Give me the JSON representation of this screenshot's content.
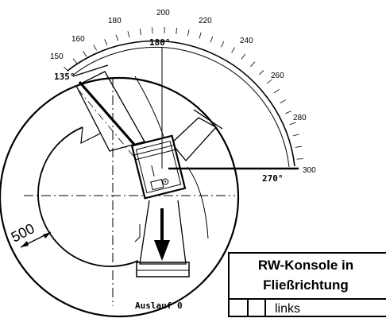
{
  "scale": {
    "ticks": [
      "150",
      "160",
      "180",
      "200",
      "220",
      "240",
      "260",
      "280",
      "300"
    ]
  },
  "angles": {
    "a135": "135°",
    "a180": "180°",
    "a270": "270°"
  },
  "dimension": {
    "radial": "500"
  },
  "outlet": {
    "label": "Auslauf 0"
  },
  "legend": {
    "title_line1": "RW-Konsole in",
    "title_line2": "Fließrichtung",
    "row_label": "links"
  },
  "colors": {
    "ink": "#000000",
    "paper": "#ffffff"
  }
}
